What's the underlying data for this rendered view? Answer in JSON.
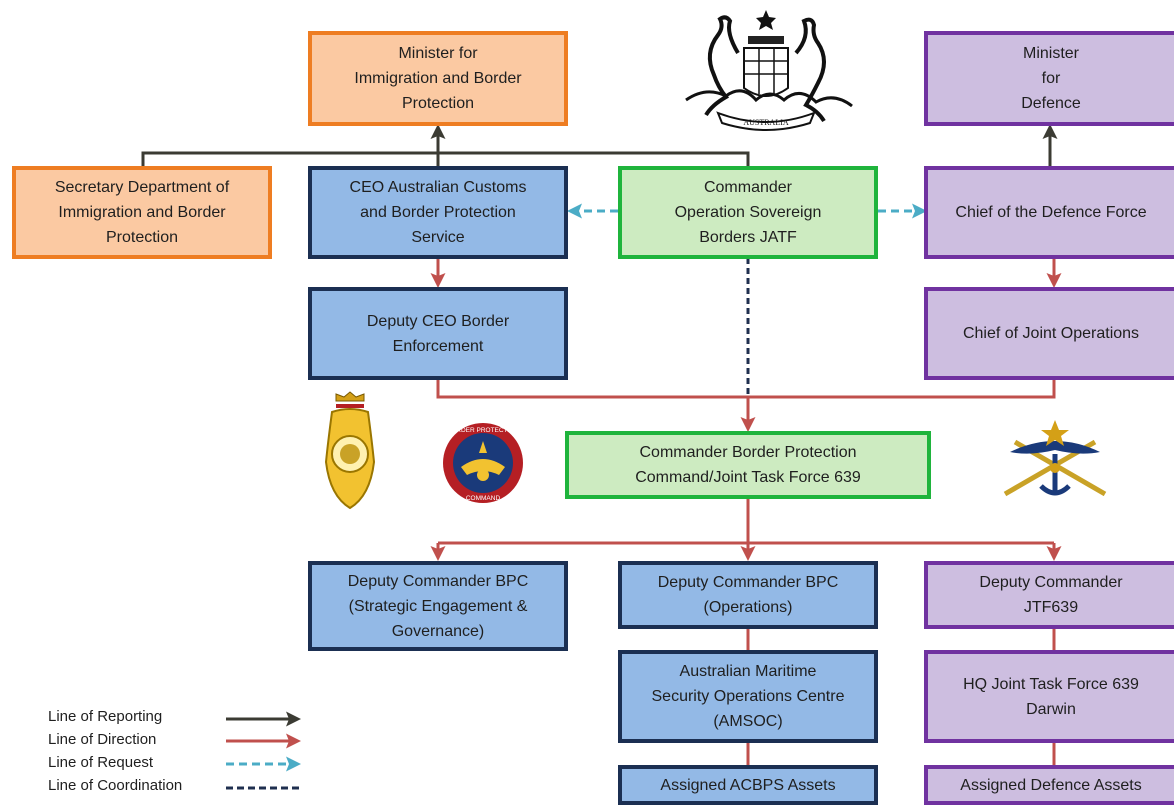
{
  "colors": {
    "reporting": "#3b3b33",
    "direction": "#c0504d",
    "request": "#4bacc6",
    "coordination": "#1f2f4f",
    "orange_border": "#ee7d22",
    "orange_fill": "#fbc9a2",
    "blue_border": "#1b2f52",
    "blue_fill": "#93b9e6",
    "green_border": "#1fb43c",
    "green_fill": "#cdebc1",
    "purple_border": "#7032a0",
    "purple_fill": "#cdbee0"
  },
  "nodes": {
    "minister_immigration": "Minister for\nImmigration and Border\nProtection",
    "minister_defence": "Minister\nfor\nDefence",
    "secretary": "Secretary Department of\nImmigration and Border\nProtection",
    "ceo_customs": "CEO Australian Customs\nand Border Protection\nService",
    "commander_osb": "Commander\nOperation Sovereign\nBorders JATF",
    "cdf": "Chief of the Defence Force",
    "deputy_ceo": "Deputy CEO Border\nEnforcement",
    "cjops": "Chief of Joint Operations",
    "commander_bpc": "Commander Border Protection\nCommand/Joint Task Force 639",
    "dep_strategic": "Deputy Commander BPC\n(Strategic Engagement &\nGovernance)",
    "dep_operations": "Deputy Commander BPC\n(Operations)",
    "dep_jtf": "Deputy Commander\nJTF639",
    "amsoc": "Australian Maritime\nSecurity Operations Centre\n(AMSOC)",
    "hq_jtf": "HQ Joint Task Force 639\nDarwin",
    "acbps_assets": "Assigned ACBPS Assets",
    "defence_assets": "Assigned Defence Assets"
  },
  "emblems": {
    "coat_of_arms": "australian-coat-of-arms-icon",
    "customs_badge": "customs-badge-icon",
    "bpc_roundel": "border-protection-command-roundel-icon",
    "adf_badge": "adf-tri-service-badge-icon",
    "bpc_roundel_text": "BORDER PROTECTION",
    "bpc_roundel_text_bottom": "COMMAND",
    "coat_scroll_text": "AUSTRALIA"
  },
  "legend": [
    {
      "label": "Line of Reporting",
      "style": "reporting"
    },
    {
      "label": "Line of Direction",
      "style": "direction"
    },
    {
      "label": "Line of Request",
      "style": "request"
    },
    {
      "label": "Line of Coordination",
      "style": "coordination"
    }
  ]
}
